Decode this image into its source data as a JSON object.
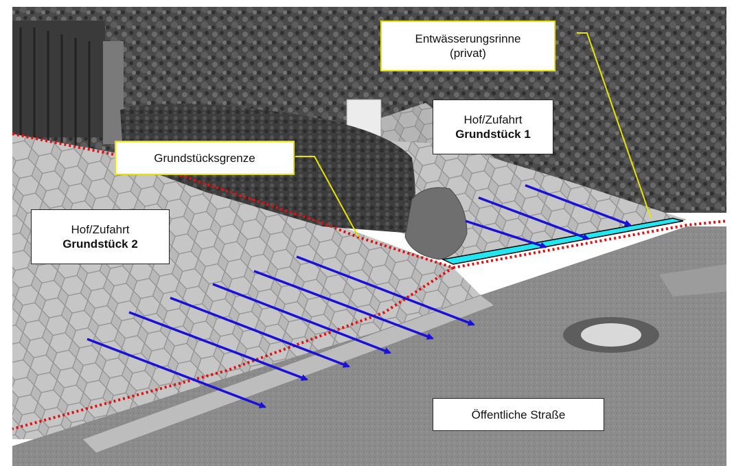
{
  "labels": {
    "rinne_line1": "Entwässerungsrinne",
    "rinne_line2": "(privat)",
    "grenze": "Grundstücksgrenze",
    "grundstueck1_line1": "Hof/Zufahrt",
    "grundstueck1_line2": "Grundstück 1",
    "grundstueck2_line1": "Hof/Zufahrt",
    "grundstueck2_line2": "Grundstück 2",
    "strasse": "Öffentliche Straße"
  },
  "colors": {
    "property_line": "#e01010",
    "flow_arrow": "#1a10d8",
    "drain_channel": "#22e6f0",
    "callout_line": "#e8e400"
  },
  "icons": [
    "flow-arrow-icon",
    "drain-channel",
    "manhole-cover"
  ]
}
